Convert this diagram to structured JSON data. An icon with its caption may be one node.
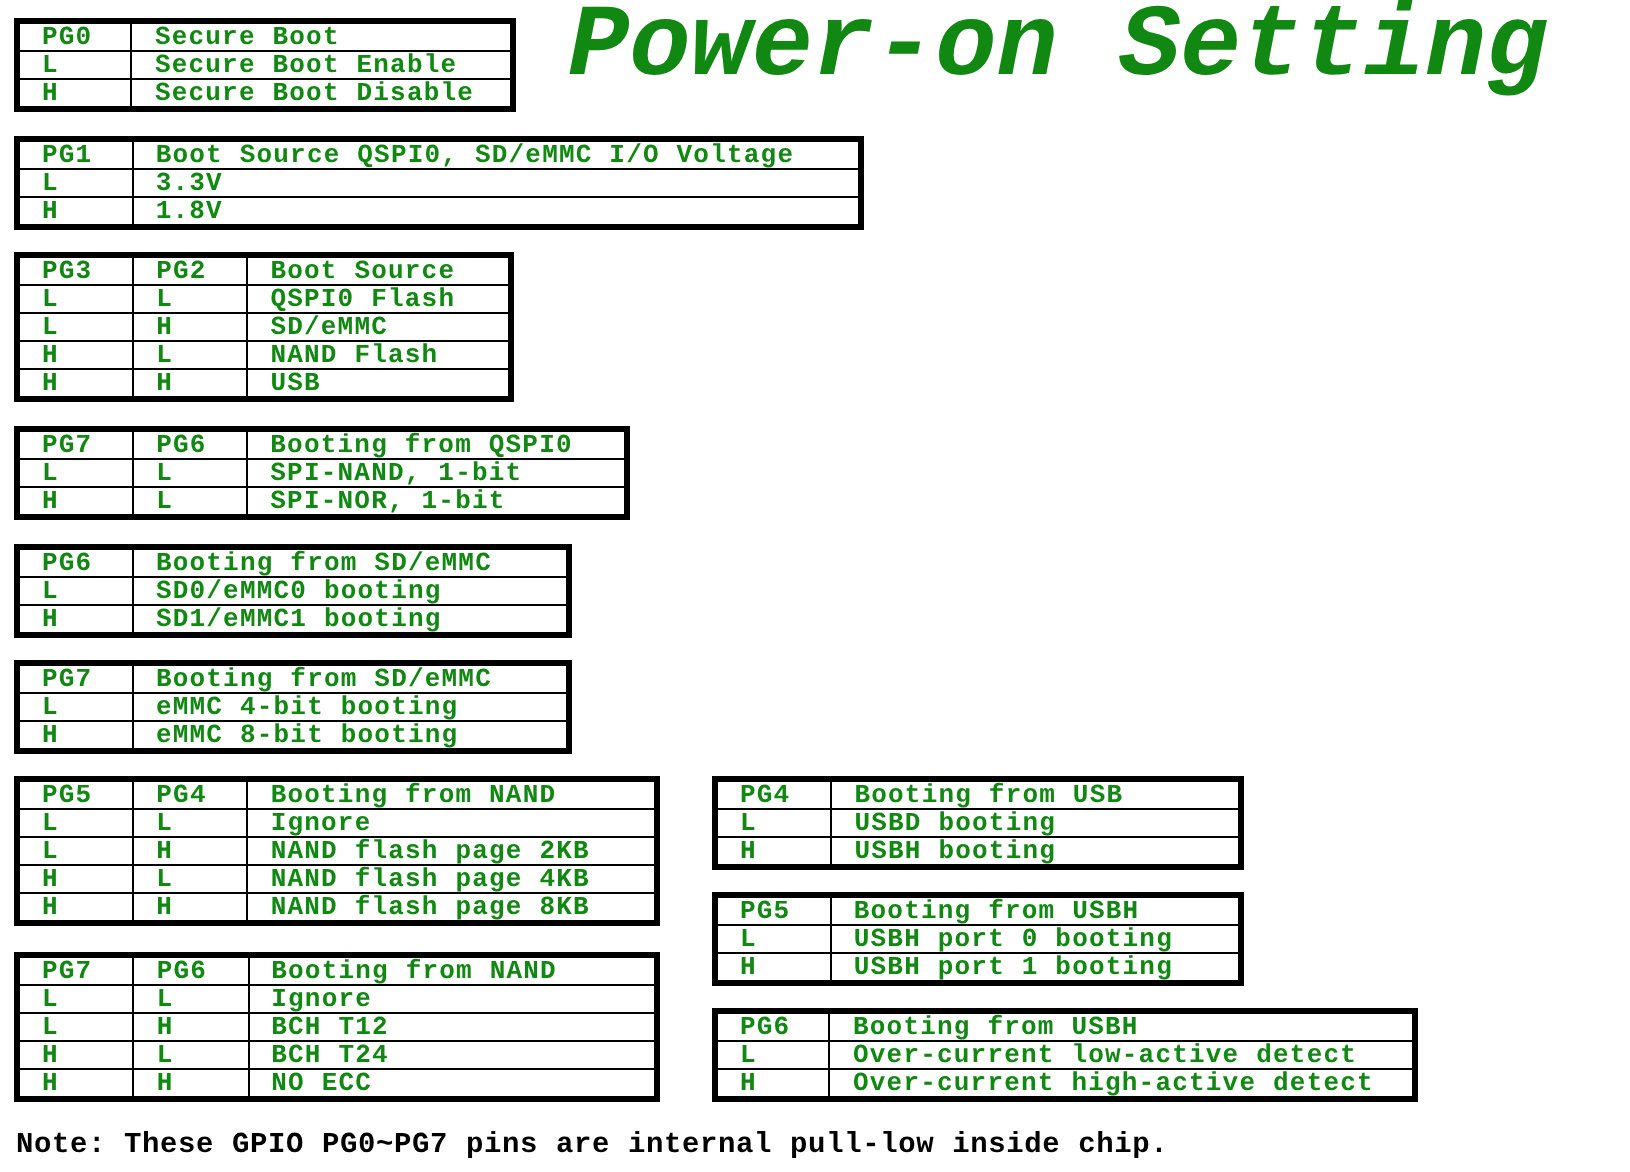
{
  "diagram": {
    "title": "Power-on Setting",
    "labels": [
      "PG0",
      "Secure Boot",
      "L",
      "Secure Boot Enable",
      "H",
      "Secure Boot Disable",
      "PG1",
      "Boot Source QSPI0, SD/eMMC I/O Voltage",
      "L",
      "3.3V",
      "H",
      "1.8V",
      "PG3",
      "PG2",
      "Boot Source",
      "L",
      "L",
      "QSPI0 Flash",
      "L",
      "H",
      "SD/eMMC",
      "H",
      "L",
      "NAND Flash",
      "H",
      "H",
      "USB",
      "PG7",
      "PG6",
      "Booting from QSPI0",
      "L",
      "L",
      "SPI-NAND, 1-bit",
      "H",
      "L",
      "SPI-NOR, 1-bit",
      "PG6",
      "Booting from SD/eMMC",
      "L",
      "SD0/eMMC0 booting",
      "H",
      "SD1/eMMC1 booting",
      "PG7",
      "Booting from SD/eMMC",
      "L",
      "eMMC 4-bit booting",
      "H",
      "eMMC 8-bit booting",
      "PG5",
      "PG4",
      "Booting from NAND",
      "L",
      "L",
      "Ignore",
      "L",
      "H",
      "NAND flash page 2KB",
      "H",
      "L",
      "NAND flash page 4KB",
      "H",
      "H",
      "NAND flash page 8KB",
      "PG7",
      "PG6",
      "Booting from NAND",
      "L",
      "L",
      "Ignore",
      "L",
      "H",
      "BCH T12",
      "H",
      "L",
      "BCH T24",
      "H",
      "H",
      "NO ECC",
      "PG4",
      "Booting from USB",
      "L",
      "USBD booting",
      "H",
      "USBH booting",
      "PG5",
      "Booting from USBH",
      "L",
      "USBH port 0 booting",
      "H",
      "USBH port 1 booting",
      "PG6",
      "Booting from USBH",
      "L",
      "Over-current low-active detect",
      "H",
      "Over-current high-active detect",
      "Note: These GPIO PG0~PG7 pins are internal pull-low inside chip."
    ]
  }
}
